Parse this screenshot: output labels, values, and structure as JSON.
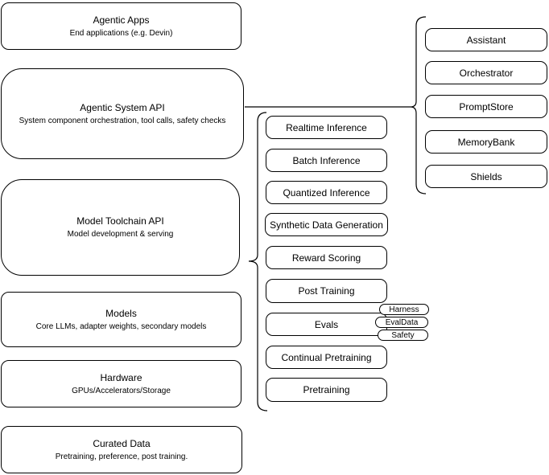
{
  "stack": [
    {
      "title": "Agentic Apps",
      "subtitle": "End applications (e.g. Devin)"
    },
    {
      "title": "Agentic System API",
      "subtitle": "System component orchestration, tool calls, safety checks"
    },
    {
      "title": "Model Toolchain API",
      "subtitle": "Model development & serving"
    },
    {
      "title": "Models",
      "subtitle": "Core LLMs, adapter weights, secondary models"
    },
    {
      "title": "Hardware",
      "subtitle": "GPUs/Accelerators/Storage"
    },
    {
      "title": "Curated Data",
      "subtitle": "Pretraining, preference, post training."
    }
  ],
  "toolchain_items": [
    "Realtime Inference",
    "Batch Inference",
    "Quantized Inference",
    "Synthetic Data Generation",
    "Reward Scoring",
    "Post Training",
    "Evals",
    "Continual Pretraining",
    "Pretraining"
  ],
  "eval_tags": [
    "Harness",
    "EvalData",
    "Safety"
  ],
  "system_items": [
    "Assistant",
    "Orchestrator",
    "PromptStore",
    "MemoryBank",
    "Shields"
  ],
  "colors": {
    "stroke": "#000000",
    "fill": "#ffffff",
    "background": "#ffffff"
  }
}
